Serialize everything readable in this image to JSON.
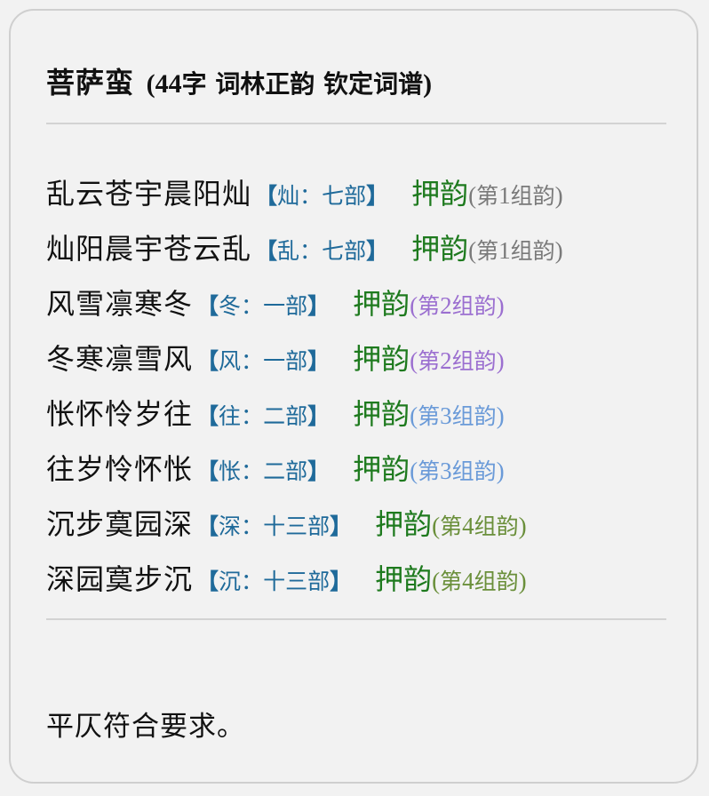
{
  "title": {
    "name": "菩萨蛮",
    "open_paren": "(",
    "count_num": "44",
    "count_unit": "字",
    "source1": "词林正韵",
    "source2": "钦定词谱",
    "close_paren": ")"
  },
  "colors": {
    "verse": "#111111",
    "rhyme_tag": "#1f6a9a",
    "yayun": "#1e7a1e",
    "group1": "#7a7a7a",
    "group2": "#9b6fd0",
    "group3": "#6a9ad8",
    "group4": "#6a8f3a",
    "divider": "#d3d3d3",
    "card_border": "#cfcfcf",
    "background": "#f2f2f2"
  },
  "lines": [
    {
      "verse": "乱云苍宇晨阳灿",
      "tag_open": "【",
      "rhyme_char": "灿",
      "colon": "：",
      "section": "七部",
      "tag_close": "】",
      "yayun": "押韵",
      "group_open": "(",
      "group_pre": "第",
      "group_num": "1",
      "group_post": "组韵",
      "group_close": ")",
      "group_color": "#7a7a7a"
    },
    {
      "verse": "灿阳晨宇苍云乱",
      "tag_open": "【",
      "rhyme_char": "乱",
      "colon": "：",
      "section": "七部",
      "tag_close": "】",
      "yayun": "押韵",
      "group_open": "(",
      "group_pre": "第",
      "group_num": "1",
      "group_post": "组韵",
      "group_close": ")",
      "group_color": "#7a7a7a"
    },
    {
      "verse": "风雪凛寒冬",
      "tag_open": "【",
      "rhyme_char": "冬",
      "colon": "：",
      "section": "一部",
      "tag_close": "】",
      "yayun": "押韵",
      "group_open": "(",
      "group_pre": "第",
      "group_num": "2",
      "group_post": "组韵",
      "group_close": ")",
      "group_color": "#9b6fd0"
    },
    {
      "verse": "冬寒凛雪风",
      "tag_open": "【",
      "rhyme_char": "风",
      "colon": "：",
      "section": "一部",
      "tag_close": "】",
      "yayun": "押韵",
      "group_open": "(",
      "group_pre": "第",
      "group_num": "2",
      "group_post": "组韵",
      "group_close": ")",
      "group_color": "#9b6fd0"
    },
    {
      "verse": "怅怀怜岁往",
      "tag_open": "【",
      "rhyme_char": "往",
      "colon": "：",
      "section": "二部",
      "tag_close": "】",
      "yayun": "押韵",
      "group_open": "(",
      "group_pre": "第",
      "group_num": "3",
      "group_post": "组韵",
      "group_close": ")",
      "group_color": "#6a9ad8"
    },
    {
      "verse": "往岁怜怀怅",
      "tag_open": "【",
      "rhyme_char": "怅",
      "colon": "：",
      "section": "二部",
      "tag_close": "】",
      "yayun": "押韵",
      "group_open": "(",
      "group_pre": "第",
      "group_num": "3",
      "group_post": "组韵",
      "group_close": ")",
      "group_color": "#6a9ad8"
    },
    {
      "verse": "沉步寞园深",
      "tag_open": "【",
      "rhyme_char": "深",
      "colon": "：",
      "section": "十三部",
      "tag_close": "】",
      "yayun": "押韵",
      "group_open": "(",
      "group_pre": "第",
      "group_num": "4",
      "group_post": "组韵",
      "group_close": ")",
      "group_color": "#6a8f3a"
    },
    {
      "verse": "深园寞步沉",
      "tag_open": "【",
      "rhyme_char": "沉",
      "colon": "：",
      "section": "十三部",
      "tag_close": "】",
      "yayun": "押韵",
      "group_open": "(",
      "group_pre": "第",
      "group_num": "4",
      "group_post": "组韵",
      "group_close": ")",
      "group_color": "#6a8f3a"
    }
  ],
  "footer": {
    "result": "平仄符合要求。"
  }
}
